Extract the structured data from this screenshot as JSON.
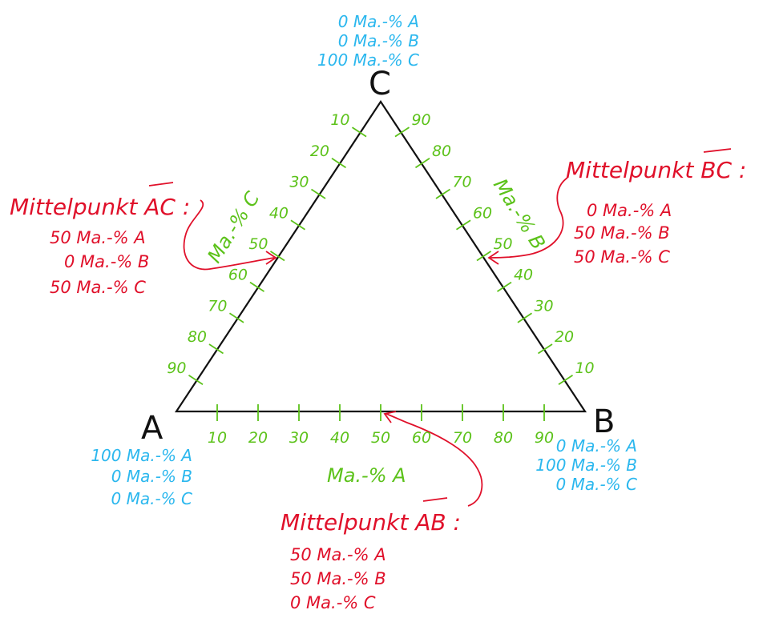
{
  "vertices": {
    "a": "A",
    "b": "B",
    "c": "C"
  },
  "vertex_compositions": {
    "c": [
      "0 Ma.-% A",
      "0 Ma.-% B",
      "100 Ma.-% C"
    ],
    "a": [
      "100 Ma.-% A",
      "0 Ma.-% B",
      "0 Ma.-% C"
    ],
    "b": [
      "0 Ma.-% A",
      "100 Ma.-% B",
      "0 Ma.-% C"
    ]
  },
  "axis_labels": {
    "ab": "Ma.-% A",
    "ac": "Ma.-% C",
    "bc": "Ma.-% B"
  },
  "ticks": {
    "ab": [
      "10",
      "20",
      "30",
      "40",
      "50",
      "60",
      "70",
      "80",
      "90"
    ],
    "ac": [
      "10",
      "20",
      "30",
      "40",
      "50",
      "60",
      "70",
      "80",
      "90"
    ],
    "bc": [
      "90",
      "80",
      "70",
      "60",
      "50",
      "40",
      "30",
      "20",
      "10"
    ]
  },
  "midpoints": {
    "ac": {
      "title": "Mittelpunkt AC :",
      "lines": [
        "50 Ma.-% A",
        "0 Ma.-% B",
        "50 Ma.-% C"
      ]
    },
    "bc": {
      "title": "Mittelpunkt BC :",
      "lines": [
        "0 Ma.-% A",
        "50 Ma.-% B",
        "50 Ma.-% C"
      ]
    },
    "ab": {
      "title": "Mittelpunkt AB :",
      "lines": [
        "50 Ma.-% A",
        "50 Ma.-% B",
        "0 Ma.-% C"
      ]
    }
  },
  "colors": {
    "triangle": "#111111",
    "ticks": "#5cc21a",
    "vertex_info": "#2bb7ee",
    "midpoint_info": "#e0102a"
  }
}
